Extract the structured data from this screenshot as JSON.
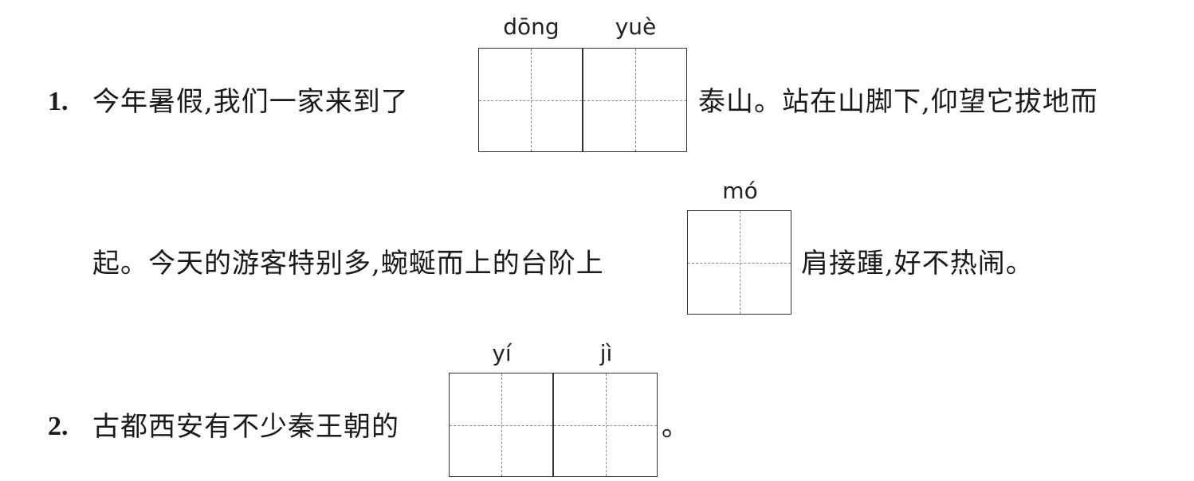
{
  "questions": [
    {
      "number": "1.",
      "line1_before": "今年暑假,我们一家来到了",
      "pinyin_1": "dōng",
      "pinyin_2": "yuè",
      "line1_after": "泰山。站在山脚下,仰望它拔地而",
      "line2_before": "起。今天的游客特别多,蜿蜒而上的台阶上",
      "pinyin_3": "mó",
      "line2_after": "肩接踵,好不热闹。"
    },
    {
      "number": "2.",
      "line1_before": "古都西安有不少秦王朝的",
      "pinyin_1": "yí",
      "pinyin_2": "jì",
      "line1_after": "。"
    }
  ]
}
